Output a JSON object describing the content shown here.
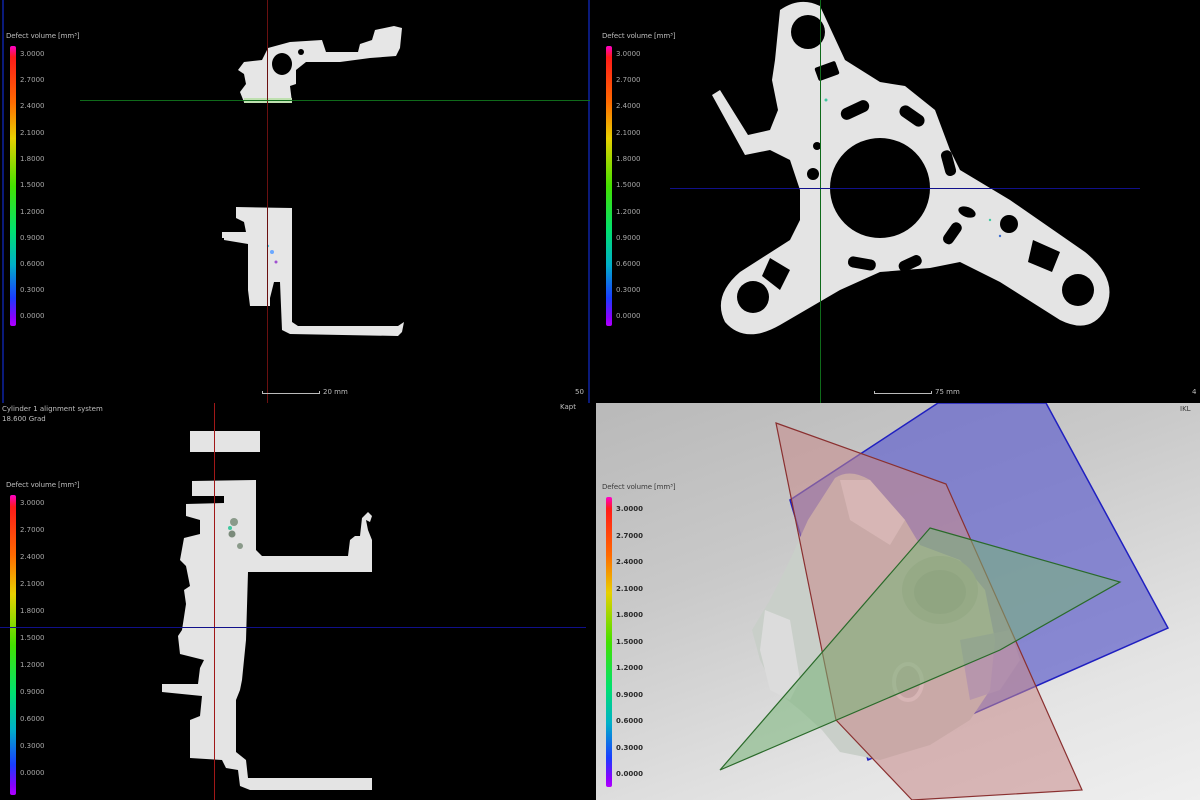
{
  "app": {
    "description": "CT defect analysis - four viewport layout (three orthogonal slices and 3D view)"
  },
  "legend": {
    "title": "Defect volume [mm³]",
    "ticks": [
      "3.0000",
      "2.7000",
      "2.4000",
      "2.1000",
      "1.8000",
      "1.5000",
      "1.2000",
      "0.9000",
      "0.6000",
      "0.3000",
      "0.0000"
    ],
    "colormap": [
      "#ff00c8",
      "#ff1a1a",
      "#ff6a00",
      "#e8d000",
      "#44e000",
      "#00e070",
      "#00b0c8",
      "#1a3cff",
      "#b000ff"
    ]
  },
  "viewports": {
    "top_left": {
      "name": "Slice view XY",
      "scale_label": "20 mm",
      "corner_label": "50",
      "crosshair_vertical_color": "#7a1010",
      "crosshair_horizontal_color": "#0f6a1a"
    },
    "top_right": {
      "name": "Slice view YZ",
      "scale_label": "75 mm",
      "corner_label": "4",
      "crosshair_vertical_color": "#0f6a1a",
      "crosshair_horizontal_color": "#10108a"
    },
    "bottom_left": {
      "name": "Slice view XZ",
      "system_label": "Cylinder 1 alignment system",
      "angle_label": "18.600 Grad",
      "corner_label": "Kapt",
      "crosshair_vertical_color": "#a01818",
      "crosshair_horizontal_color": "#10108a"
    },
    "bottom_right": {
      "name": "3D view",
      "corner_label": "IKL",
      "plane_colors": {
        "xz_plane": "#c88a8a",
        "yz_plane": "#7878d0",
        "xy_plane": "#78b478"
      }
    }
  }
}
